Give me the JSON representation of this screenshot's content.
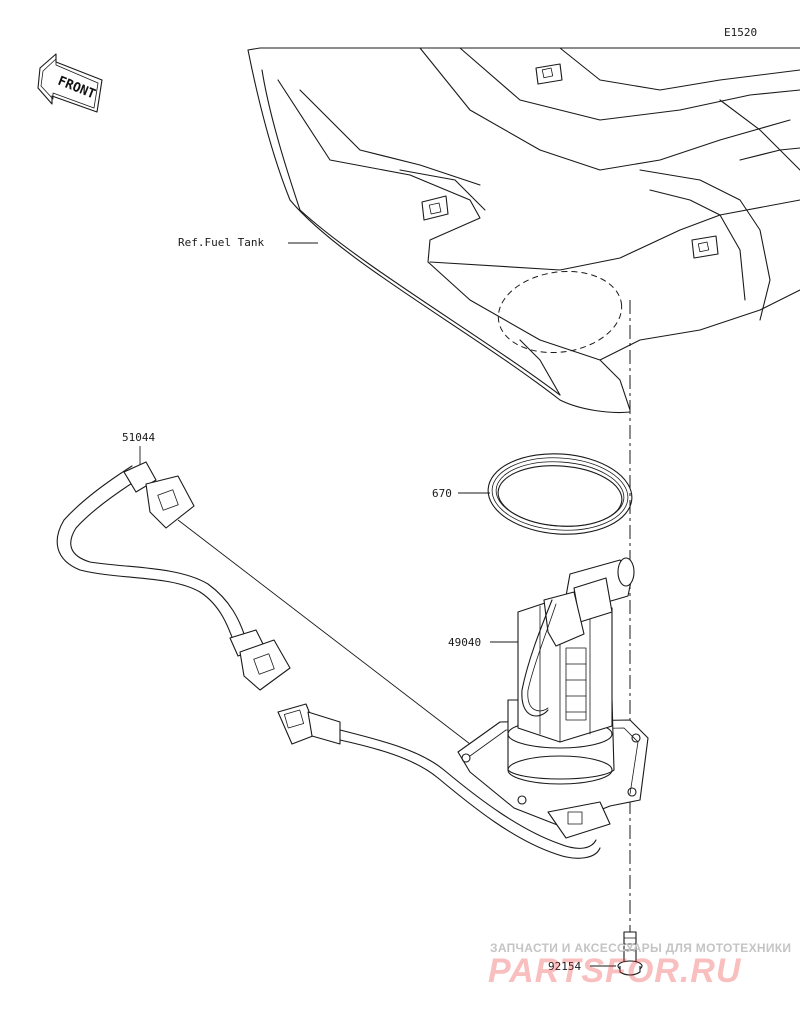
{
  "diagram_code": "E1520",
  "front_label": "FRONT",
  "labels": {
    "fuel_tank": "Ref.Fuel Tank",
    "hose_assembly": "51044",
    "gasket": "670",
    "fuel_pump": "49040",
    "bolt": "92154"
  },
  "watermark": {
    "subtitle": "ЗАПЧАСТИ И АКСЕССУАРЫ ДЛЯ МОТОТЕХНИКИ",
    "brand": "PARTSFOR.RU"
  },
  "colors": {
    "line": "#1a1a1a",
    "watermark_red": "#ee2a2a",
    "watermark_gray": "#c4c4c4"
  }
}
